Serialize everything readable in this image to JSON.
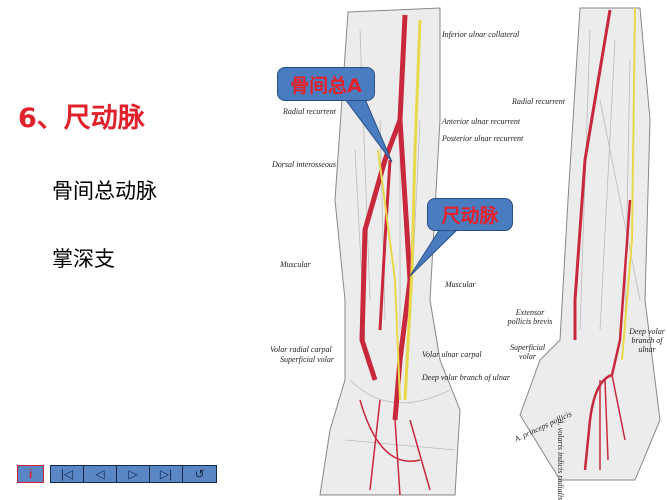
{
  "slide": {
    "title": "6、尺动脉",
    "items": [
      "骨间总动脉",
      "掌深支"
    ]
  },
  "callouts": {
    "interosseous": "骨间总A",
    "ulnar": "尺动脉"
  },
  "left_figure": {
    "labels": {
      "inferior_ulnar_collateral": "Inferior ulnar collateral",
      "radial_recurrent": "Radial recurrent",
      "anterior_ulnar_recurrent": "Anterior ulnar recurrent",
      "posterior_ulnar_recurrent": "Posterior ulnar recurrent",
      "dorsal_interosseous": "Dorsal interosseous",
      "muscular_left": "Muscular",
      "muscular_right": "Muscular",
      "volar_radial_carpal": "Volar radial carpal",
      "superficial_volar": "Superficial volar",
      "volar_ulnar_carpal": "Volar ulnar carpal",
      "deep_volar_branch": "Deep volar branch of ulnar"
    }
  },
  "right_figure": {
    "labels": {
      "radial_recurrent": "Radial recurrent",
      "extensor_pollicis_brevis": "Extensor pollicis brevis",
      "superficial_volar": "Superficial volar",
      "deep_volar_branch": "Deep volar branch of ulnar",
      "princeps_pollicis": "A. princeps pollicis",
      "volaris_indicis": "A. volaris indicis radialis"
    }
  },
  "nav": {
    "icons": [
      "info-icon",
      "first-slide-icon",
      "previous-slide-icon",
      "next-slide-icon",
      "last-slide-icon",
      "return-icon"
    ],
    "glyphs": [
      "i",
      "|◁",
      "◁",
      "▷",
      "▷|",
      "↺"
    ]
  },
  "colors": {
    "title": "#e0202a",
    "callout_bg": "#4a7cc0",
    "artery": "#c8283c",
    "nerve": "#e8d84a"
  }
}
